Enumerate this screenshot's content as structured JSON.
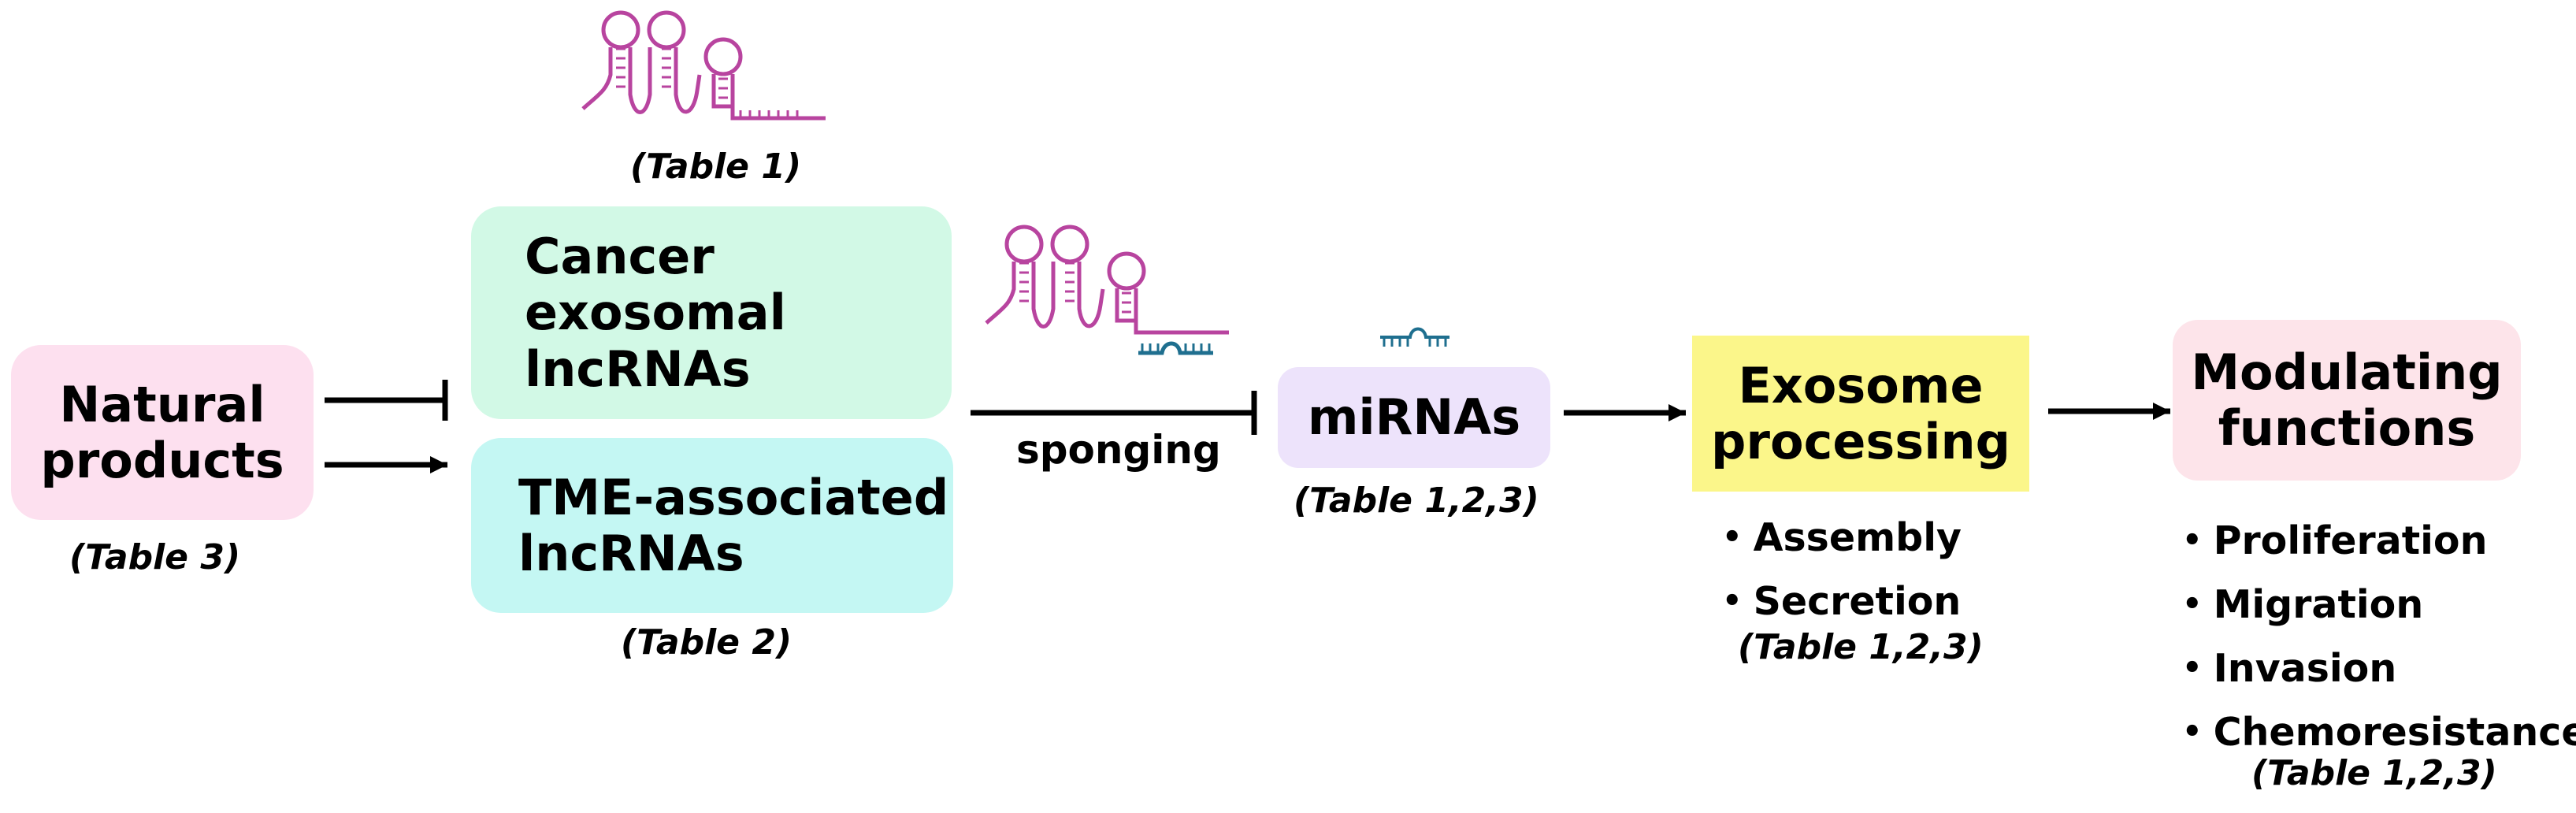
{
  "colors": {
    "natural_products": "#fde0ef",
    "cancer_exosomal": "#d2f9e6",
    "tme_associated": "#c4f7f3",
    "mirnas": "#ede3fb",
    "exosome_processing": "#fbf68a",
    "modulating": "#fde4ea",
    "lncrna_glyph": "#b8449f",
    "mirna_glyph": "#1f6f8f",
    "arrow": "#000000"
  },
  "natural_products": {
    "label": "Natural\nproducts",
    "ref": "(Table 3)"
  },
  "cancer_exosomal": {
    "label": "Cancer\nexosomal\nlncRNAs",
    "ref": "(Table 1)"
  },
  "tme_associated": {
    "label": "TME-associated\nlncRNAs",
    "ref": "(Table 2)"
  },
  "sponging": {
    "label": "sponging"
  },
  "mirnas": {
    "label": "miRNAs",
    "ref": "(Table 1,2,3)"
  },
  "exosome_processing": {
    "label": "Exosome\nprocessing",
    "items": [
      "Assembly",
      "Secretion"
    ],
    "ref": "(Table 1,2,3)"
  },
  "modulating": {
    "label": "Modulating\nfunctions",
    "items": [
      "Proliferation",
      "Migration",
      "Invasion",
      "Chemoresistance"
    ],
    "ref": "(Table 1,2,3)"
  }
}
